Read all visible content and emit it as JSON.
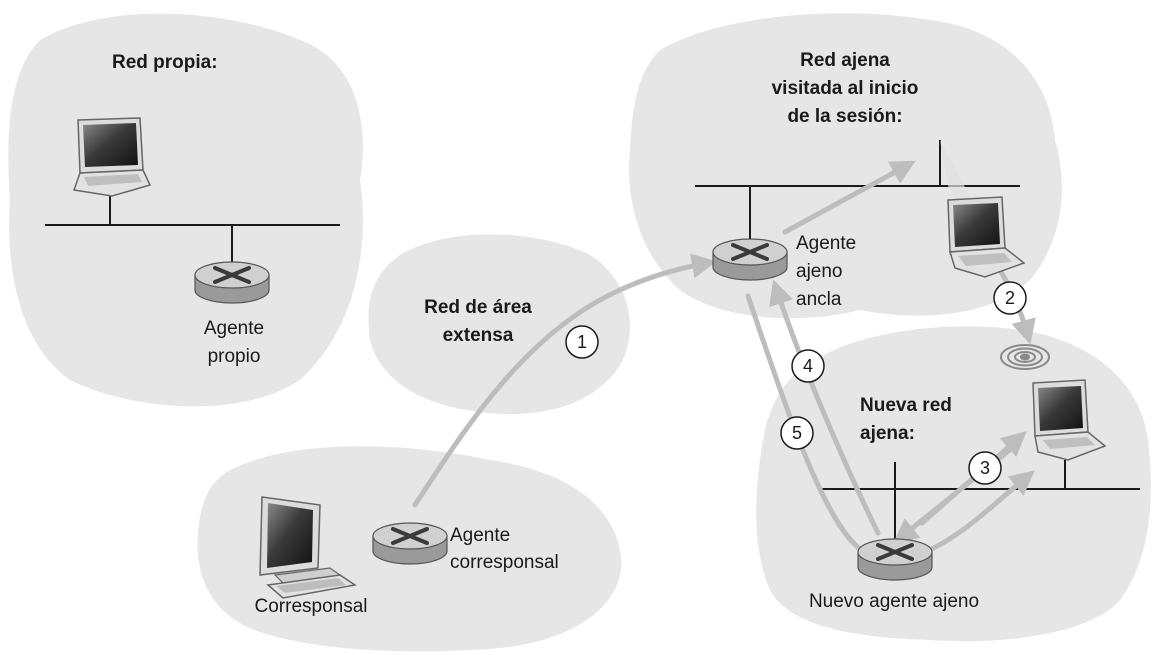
{
  "colors": {
    "cloud": "#e6e6e6",
    "line": "#1a1a1a",
    "arrow": "#bdbdbd",
    "router_top": "#cfcfcf",
    "router_side": "#9a9a9a"
  },
  "clouds": {
    "home_network": {
      "title": "Red propia:"
    },
    "visited_network": {
      "title_lines": [
        "Red ajena",
        "visitada al inicio",
        "de la sesión:"
      ]
    },
    "wan": {
      "title_lines": [
        "Red de área",
        "extensa"
      ]
    },
    "new_network": {
      "title_lines": [
        "Nueva red",
        "ajena:"
      ]
    }
  },
  "nodes": {
    "home_agent": {
      "label_lines": [
        "Agente",
        "propio"
      ]
    },
    "anchor_agent": {
      "label_lines": [
        "Agente",
        "ajeno",
        "ancla"
      ]
    },
    "correspondent_agent": {
      "label_lines": [
        "Agente",
        "corresponsal"
      ]
    },
    "correspondent": {
      "label": "Corresponsal"
    },
    "new_foreign_agent": {
      "label": "Nuevo agente ajeno"
    }
  },
  "steps": [
    "1",
    "2",
    "3",
    "4",
    "5"
  ]
}
